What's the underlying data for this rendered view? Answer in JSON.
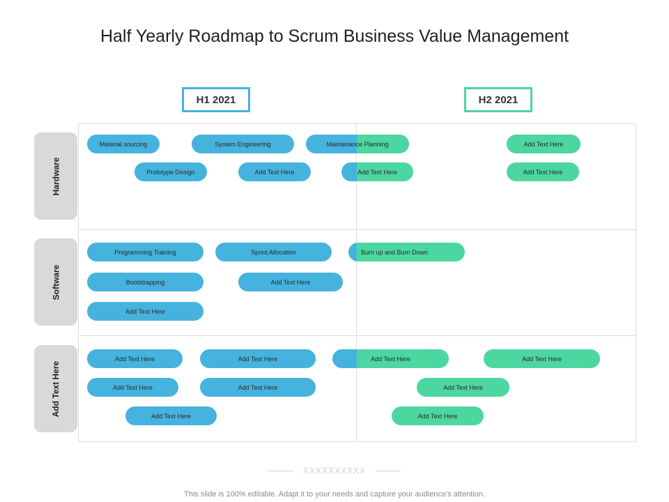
{
  "title": "Half Yearly Roadmap to Scrum Business Value Management",
  "columns": {
    "h1": "H1 2021",
    "h2": "H2 2021"
  },
  "rows": {
    "hardware": "Hardware",
    "software": "Software",
    "other": "Add Text Here"
  },
  "colors": {
    "h1_blue": "#45b3dd",
    "h2_green": "#4cd6a0",
    "row_label_bg": "#d9d9d9"
  },
  "hardware": {
    "material_sourcing": "Material sourcing",
    "system_engineering": "System Engineering",
    "maintenance_planning": "Maintenance Planning",
    "h2_item_1": "Add Text Here",
    "prototype_design": "Prototype Design",
    "item_2": "Add Text Here",
    "split_item": "Add Text Here",
    "h2_item_2": "Add Text Here"
  },
  "software": {
    "programming_training": "Programming Training",
    "sprint_allocation": "Sprint Allocation",
    "burn_up_burn_down": "Burn up and Burn Down",
    "bootstrapping": "Bootstrapping",
    "item_1": "Add Text Here",
    "item_2": "Add Text Here"
  },
  "other": {
    "r1_a": "Add Text Here",
    "r1_b": "Add Text Here",
    "r1_split": "Add Text Here",
    "r1_green": "Add Text Here",
    "r2_a": "Add Text Here",
    "r2_b": "Add Text Here",
    "r2_green": "Add Text Here",
    "r3_a": "Add Text Here",
    "r3_green": "Add Text Here"
  },
  "footer": {
    "decoration": "XXXXXXXXXX",
    "note": "This slide is 100% editable. Adapt it to your needs and capture your audience's attention."
  }
}
